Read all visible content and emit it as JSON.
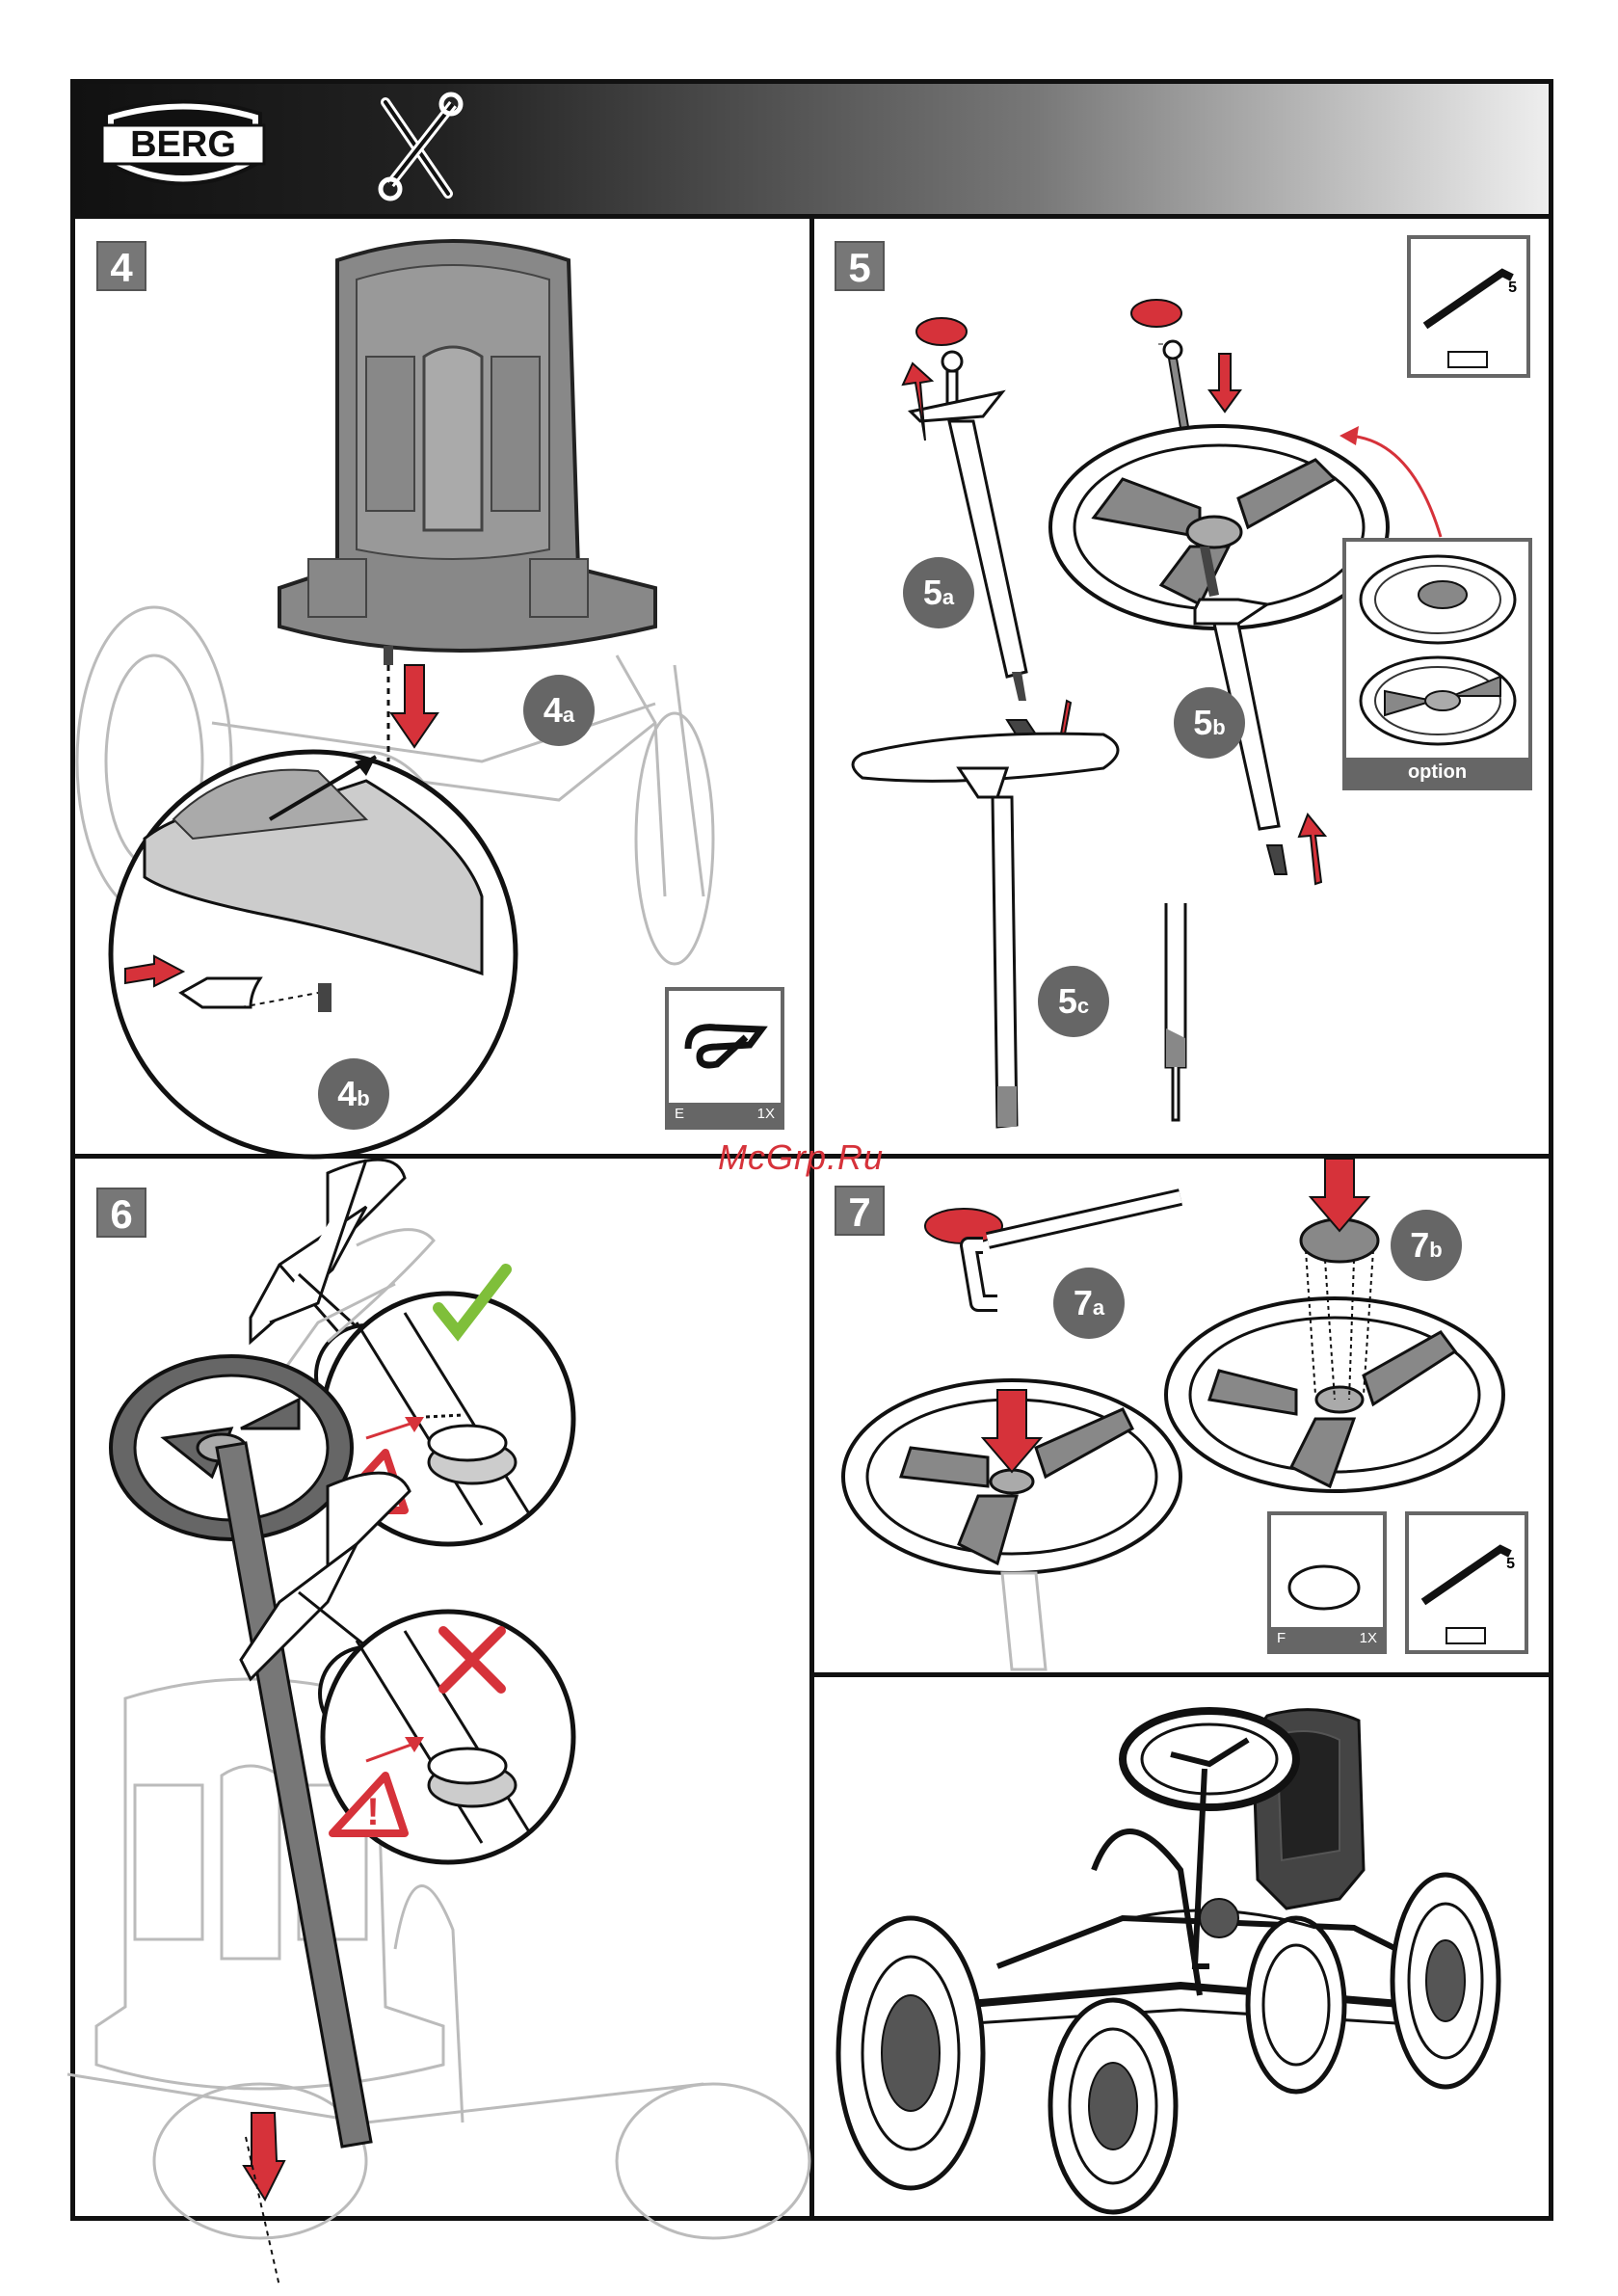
{
  "header": {
    "brand": "BERG",
    "tools_icon": "tools-icon"
  },
  "steps": {
    "s4": {
      "number": "4",
      "label_a": "4",
      "label_a_sub": "a",
      "label_b": "4",
      "label_b_sub": "b",
      "part": {
        "letter": "E",
        "qty": "1X",
        "icon": "pin-icon"
      }
    },
    "s5": {
      "number": "5",
      "label_a": "5",
      "label_a_sub": "a",
      "label_b": "5",
      "label_b_sub": "b",
      "label_c": "5",
      "label_c_sub": "c",
      "tool": {
        "size": "5",
        "icon": "hex-key-icon"
      },
      "option_label": "option"
    },
    "s6": {
      "number": "6"
    },
    "s7": {
      "number": "7",
      "label_a": "7",
      "label_a_sub": "a",
      "label_b": "7",
      "label_b_sub": "b",
      "part": {
        "letter": "F",
        "qty": "1X",
        "icon": "cap-icon"
      },
      "tool": {
        "size": "5",
        "icon": "hex-key-icon"
      }
    }
  },
  "watermark": "McGrp.Ru",
  "colors": {
    "accent": "#d6323a",
    "grey": "#666666",
    "frame": "#111111"
  }
}
